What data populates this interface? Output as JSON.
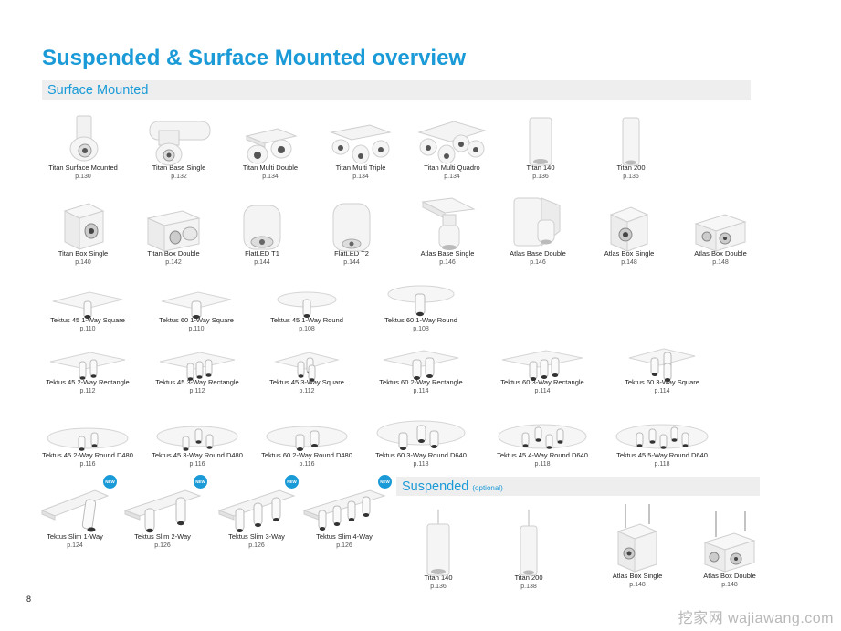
{
  "page": {
    "title": "Suspended & Surface Mounted overview",
    "page_number": "8",
    "watermark": "挖家网 wajiawang.com"
  },
  "sections": {
    "surface": {
      "label": "Surface Mounted"
    },
    "suspended": {
      "label": "Suspended",
      "note": "(optional)"
    }
  },
  "badges": {
    "new_label": "NEW"
  },
  "products": {
    "titan_surface_mounted": {
      "name": "Titan Surface Mounted",
      "page": "p.130"
    },
    "titan_base_single": {
      "name": "Titan Base Single",
      "page": "p.132"
    },
    "titan_multi_double": {
      "name": "Titan Multi Double",
      "page": "p.134"
    },
    "titan_multi_triple": {
      "name": "Titan Multi Triple",
      "page": "p.134"
    },
    "titan_multi_quadro": {
      "name": "Titan Multi Quadro",
      "page": "p.134"
    },
    "titan_140": {
      "name": "Titan 140",
      "page": "p.136"
    },
    "titan_200": {
      "name": "Titan 200",
      "page": "p.136"
    },
    "titan_box_single": {
      "name": "Titan Box Single",
      "page": "p.140"
    },
    "titan_box_double": {
      "name": "Titan Box Double",
      "page": "p.142"
    },
    "flatled_t1": {
      "name": "FlatLED T1",
      "page": "p.144"
    },
    "flatled_t2": {
      "name": "FlatLED T2",
      "page": "p.144"
    },
    "atlas_base_single": {
      "name": "Atlas Base Single",
      "page": "p.146"
    },
    "atlas_base_double": {
      "name": "Atlas Base Double",
      "page": "p.146"
    },
    "atlas_box_single": {
      "name": "Atlas Box Single",
      "page": "p.148"
    },
    "atlas_box_double": {
      "name": "Atlas Box Double",
      "page": "p.148"
    },
    "tektus45_1way_square": {
      "name": "Tektus 45 1-Way Square",
      "page": "p.110"
    },
    "tektus60_1way_square": {
      "name": "Tektus 60 1-Way Square",
      "page": "p.110"
    },
    "tektus45_1way_round": {
      "name": "Tektus 45 1-Way Round",
      "page": "p.108"
    },
    "tektus60_1way_round": {
      "name": "Tektus 60 1-Way Round",
      "page": "p.108"
    },
    "tektus45_2way_rect": {
      "name": "Tektus 45 2-Way Rectangle",
      "page": "p.112"
    },
    "tektus45_3way_rect": {
      "name": "Tektus 45 3-Way Rectangle",
      "page": "p.112"
    },
    "tektus45_3way_square": {
      "name": "Tektus 45 3-Way Square",
      "page": "p.112"
    },
    "tektus60_2way_rect": {
      "name": "Tektus 60 2-Way Rectangle",
      "page": "p.114"
    },
    "tektus60_3way_rect": {
      "name": "Tektus 60 3-Way Rectangle",
      "page": "p.114"
    },
    "tektus60_3way_square": {
      "name": "Tektus 60 3-Way Square",
      "page": "p.114"
    },
    "tektus45_2way_round_d480": {
      "name": "Tektus 45 2-Way Round D480",
      "page": "p.116"
    },
    "tektus45_3way_round_d480": {
      "name": "Tektus 45 3-Way Round D480",
      "page": "p.116"
    },
    "tektus60_2way_round_d480": {
      "name": "Tektus 60 2-Way Round D480",
      "page": "p.116"
    },
    "tektus60_3way_round_d640": {
      "name": "Tektus 60 3-Way Round D640",
      "page": "p.118"
    },
    "tektus45_4way_round_d640": {
      "name": "Tektus 45 4-Way Round D640",
      "page": "p.118"
    },
    "tektus45_5way_round_d640": {
      "name": "Tektus 45 5-Way Round D640",
      "page": "p.118"
    },
    "tektus_slim_1way": {
      "name": "Tektus Slim 1-Way",
      "page": "p.124"
    },
    "tektus_slim_2way": {
      "name": "Tektus Slim 2-Way",
      "page": "p.126"
    },
    "tektus_slim_3way": {
      "name": "Tektus Slim 3-Way",
      "page": "p.126"
    },
    "tektus_slim_4way": {
      "name": "Tektus Slim 4-Way",
      "page": "p.126"
    },
    "susp_titan_140": {
      "name": "Titan 140",
      "page": "p.136"
    },
    "susp_titan_200": {
      "name": "Titan 200",
      "page": "p.138"
    },
    "susp_atlas_box_single": {
      "name": "Atlas Box Single",
      "page": "p.148"
    },
    "susp_atlas_box_double": {
      "name": "Atlas Box Double",
      "page": "p.148"
    }
  }
}
